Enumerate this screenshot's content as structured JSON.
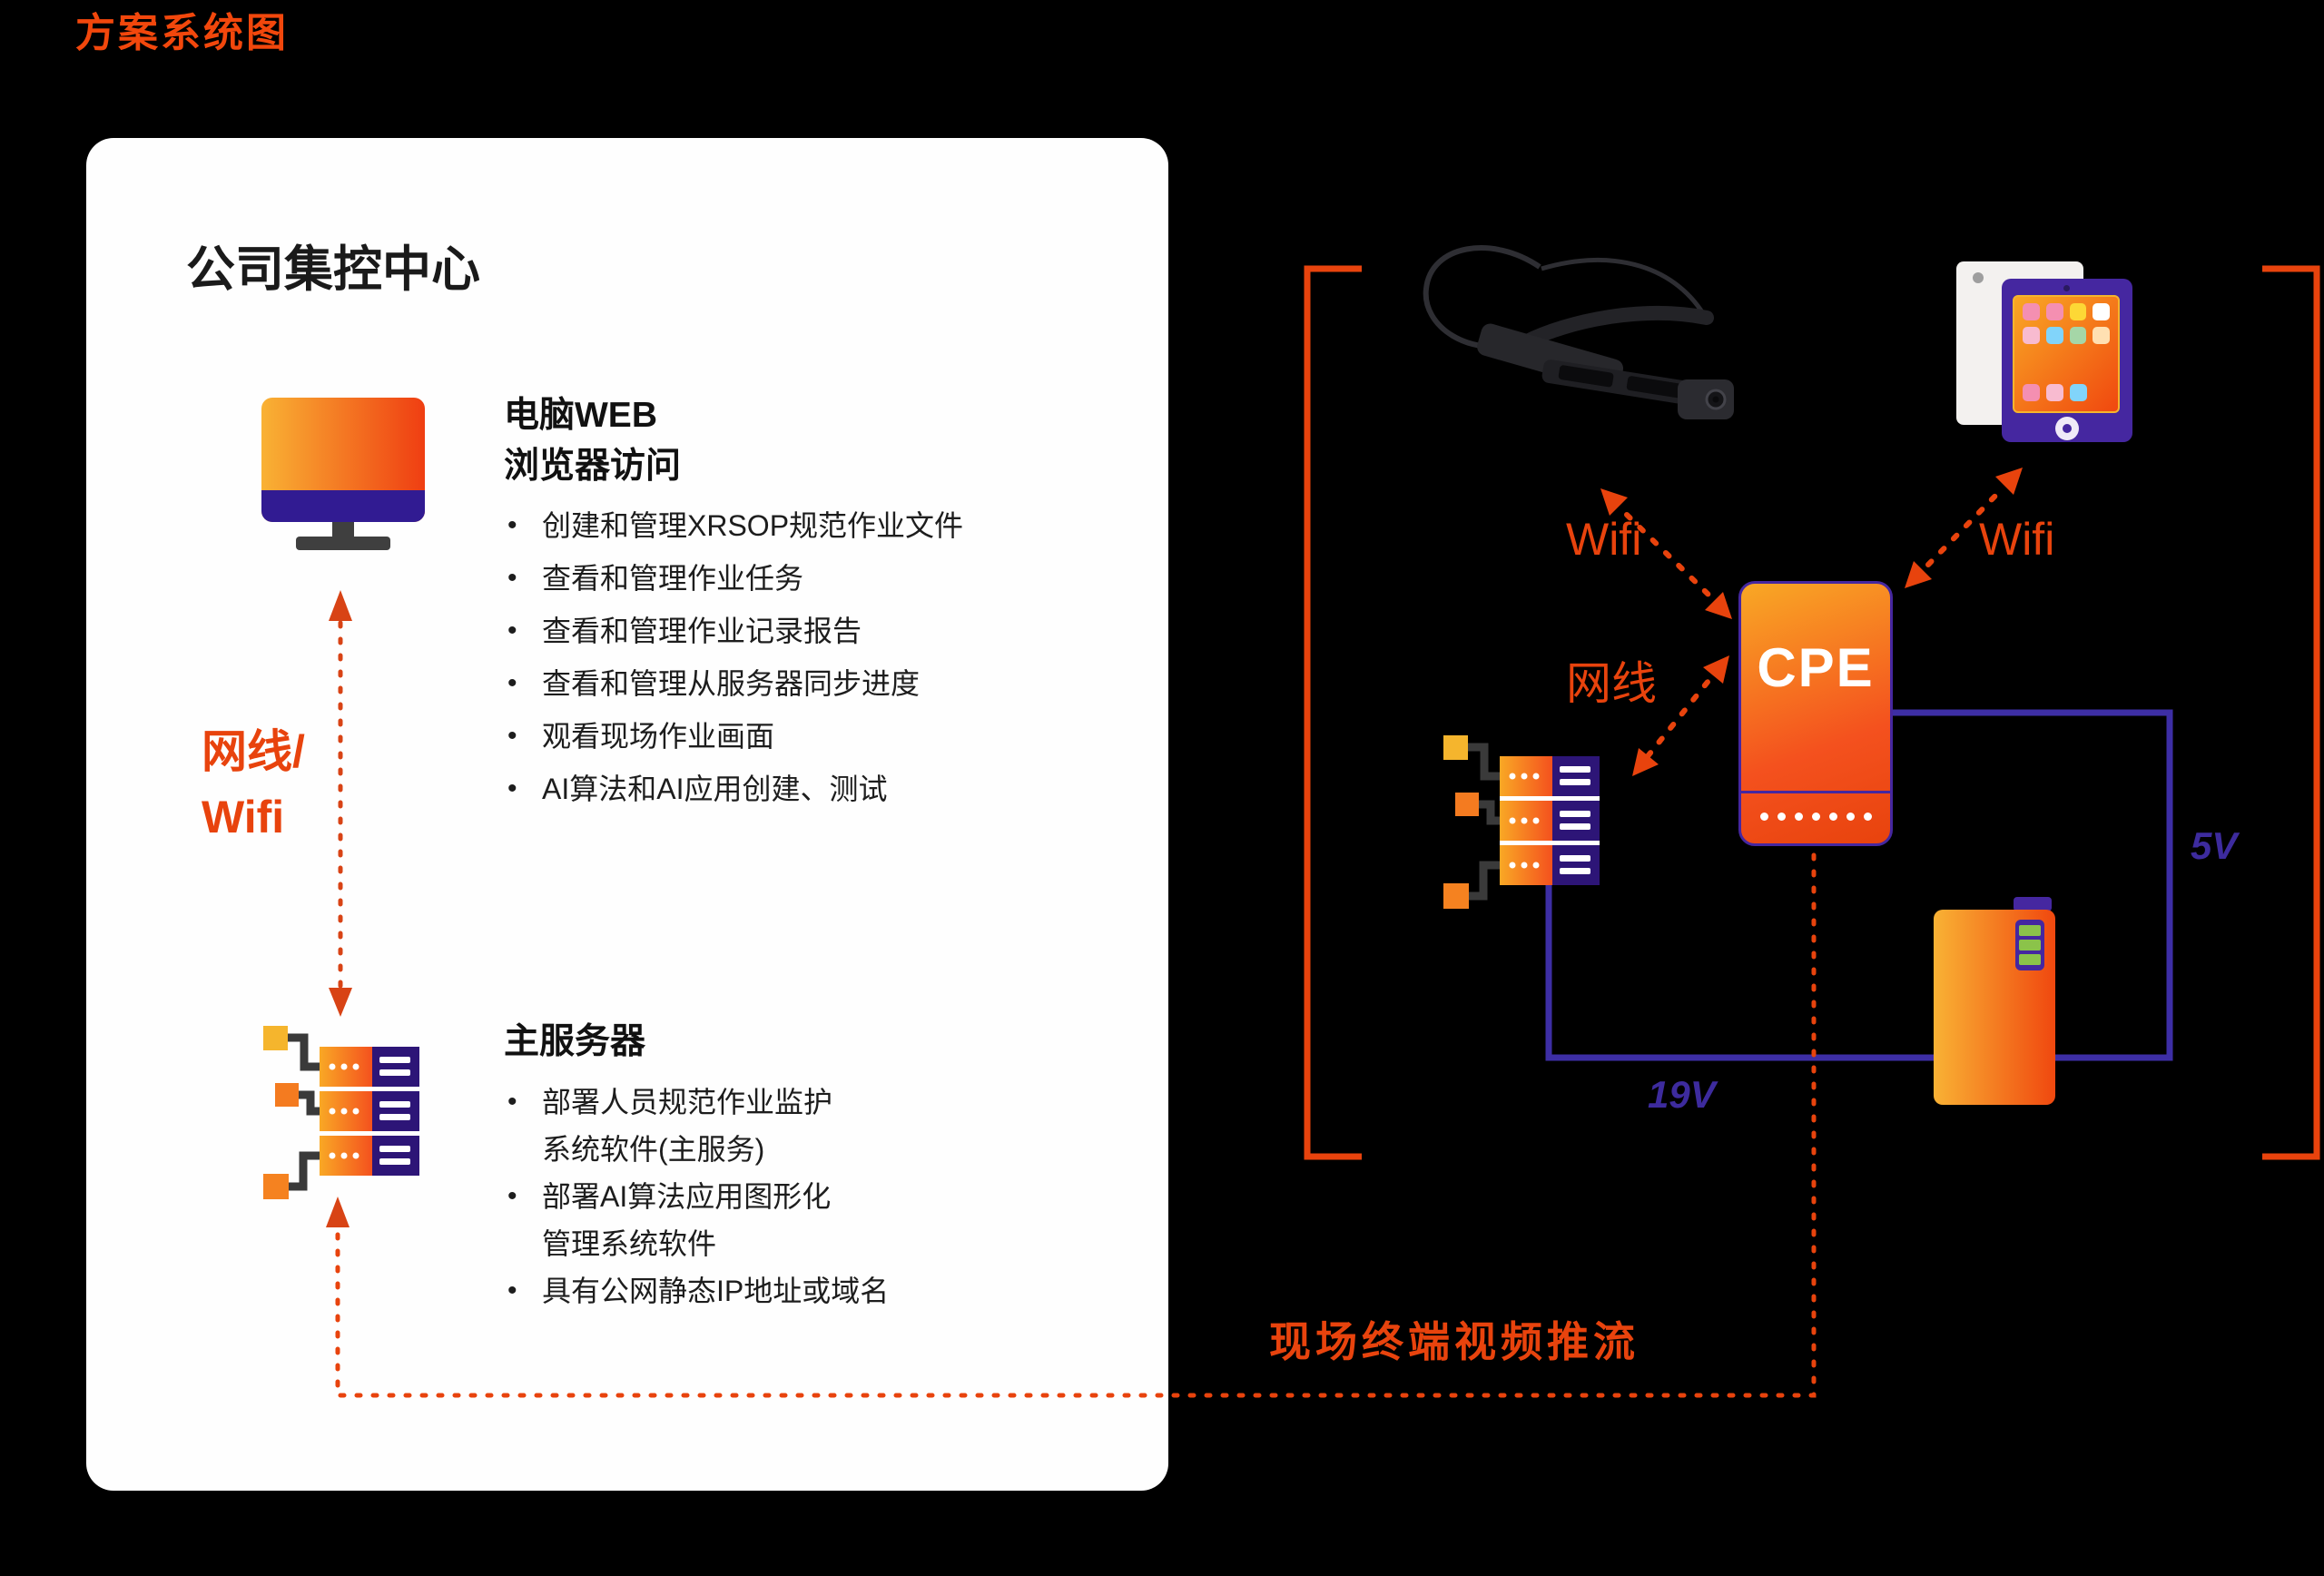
{
  "page": {
    "title": "方案系统图"
  },
  "colors": {
    "accent_orange": "#E8430D",
    "line_purple": "#3D2EA5",
    "label_purple": "#3D2B9E",
    "card_bg": "#FFFFFF"
  },
  "control_center": {
    "title": "公司集控中心",
    "web_heading_line1": "电脑WEB",
    "web_heading_line2": "浏览器访问",
    "web_bullets": [
      "创建和管理XRSOP规范作业文件",
      "查看和管理作业任务",
      "查看和管理作业记录报告",
      "查看和管理从服务器同步进度",
      "观看现场作业画面",
      "AI算法和AI应用创建、测试"
    ],
    "link_label_line1": "网线/",
    "link_label_line2": "Wifi",
    "server_heading": "主服务器",
    "server_bullets": [
      {
        "line1": "部署人员规范作业监护",
        "line2": "系统软件(主服务)"
      },
      {
        "line1": "部署AI算法应用图形化",
        "line2": "管理系统软件"
      },
      {
        "line1": "具有公网静态IP地址或域名"
      }
    ]
  },
  "field": {
    "wifi_left": "Wifi",
    "ethernet": "网线",
    "wifi_right": "Wifi",
    "cpe": "CPE",
    "power_5v": "5V",
    "power_19v": "19V",
    "stream_label": "现场终端视频推流"
  },
  "icons": {
    "monitor": "monitor-icon",
    "server": "server-icon",
    "ar_glasses": "ar-glasses-icon",
    "tablet": "tablet-icon",
    "cpe_router": "cpe-router",
    "power_bank": "power-bank-icon",
    "battery_indicator": "battery-indicator-icon"
  }
}
